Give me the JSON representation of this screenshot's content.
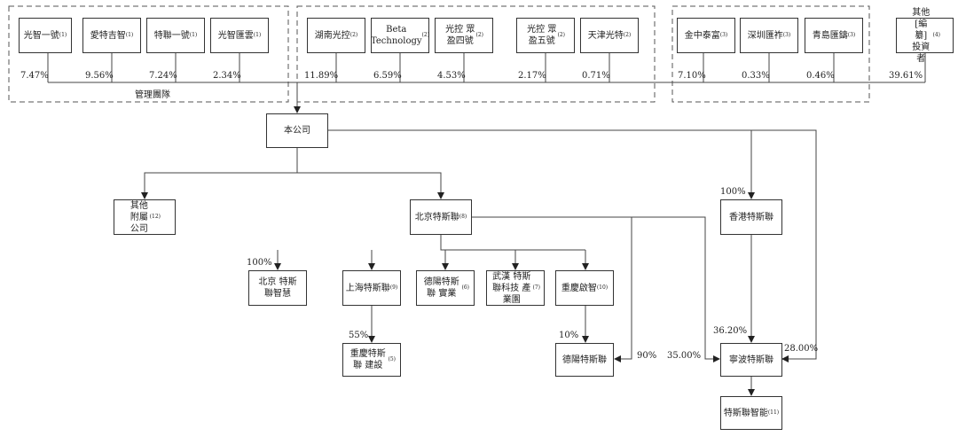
{
  "shareholders": [
    {
      "name": "光智一號",
      "note": "(1)",
      "pct": "7.47%"
    },
    {
      "name": "愛特吉智",
      "note": "(1)",
      "pct": "9.56%"
    },
    {
      "name": "特聯一號",
      "note": "(1)",
      "pct": "7.24%"
    },
    {
      "name": "光智匯雲",
      "note": "(1)",
      "pct": "2.34%"
    },
    {
      "name": "湖南光控",
      "note": "(2)",
      "pct": "11.89%"
    },
    {
      "name": "Beta Technology",
      "note": "(2)",
      "pct": "6.59%"
    },
    {
      "name": "光控 眾盈四號",
      "note": "(2)",
      "pct": "4.53%"
    },
    {
      "name": "光控 眾盈五號",
      "note": "(2)",
      "pct": "2.17%"
    },
    {
      "name": "天津光特",
      "note": "(2)",
      "pct": "0.71%"
    },
    {
      "name": "金中泰富",
      "note": "(3)",
      "pct": "7.10%"
    },
    {
      "name": "深圳匯祚",
      "note": "(3)",
      "pct": "0.33%"
    },
    {
      "name": "青島匯鑄",
      "note": "(3)",
      "pct": "0.46%"
    },
    {
      "name": "其他 [編纂] 投資者",
      "note": "(4)",
      "pct": "39.61%"
    }
  ],
  "group_label": "管理團隊",
  "company": "本公司",
  "entities": {
    "other_subs": {
      "name": "其他 附屬公司",
      "note": "(12)"
    },
    "beijing": {
      "name": "北京特斯聯",
      "note": "(8)"
    },
    "hk": {
      "name": "香港特斯聯",
      "note": "",
      "pct": "100%"
    },
    "bj_smart": {
      "name": "北京 特斯聯智慧",
      "note": "",
      "pct": "100%"
    },
    "shanghai": {
      "name": "上海特斯聯",
      "note": "(9)"
    },
    "deyang_ind": {
      "name": "德陽特斯聯 實業",
      "note": "(6)"
    },
    "wuhan": {
      "name": "武漢 特斯聯科技 產業園",
      "note": "(7)"
    },
    "cq_qizhi": {
      "name": "重慶啟智",
      "note": "(10)"
    },
    "cq_build": {
      "name": "重慶特斯聯 建設",
      "note": "(5)",
      "pct": "55%"
    },
    "deyang": {
      "name": "德陽特斯聯",
      "note": "",
      "pct": "10%",
      "pct2": "90%"
    },
    "ningbo": {
      "name": "寧波特斯聯",
      "note": "",
      "pct_hk": "36.20%",
      "pct_bj": "35.00%",
      "pct_co": "28.00%"
    },
    "smart": {
      "name": "特斯聯智能",
      "note": "(11)"
    }
  }
}
